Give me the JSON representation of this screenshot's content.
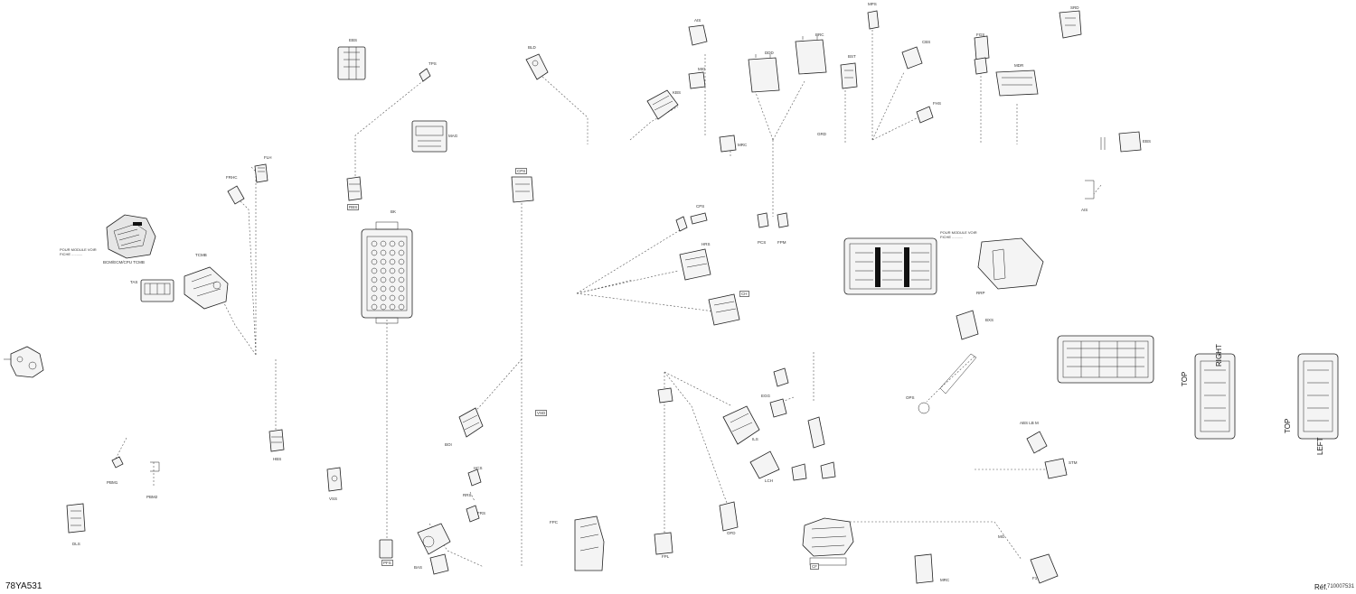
{
  "figure": {
    "ref_code": "78YA531",
    "ref_label": "Réf.",
    "ref_number": "710007531"
  },
  "orientation": {
    "top_1": "TOP",
    "right": "RIGHT",
    "top_2": "TOP",
    "left": "LEFT"
  },
  "notes": {
    "left_module": "POUR MODULE VOIR\nFICHE ...........",
    "left_module_title": "BCM/ECM/CPU TCMB",
    "right_module": "POUR MODULE VOIR\nFICHE ..........."
  },
  "labels": {
    "ecm_side": "TCMB",
    "tas": "TAS",
    "flh": "FLH",
    "frhc": "FRHC",
    "hbs": "HBS",
    "pbm1": "PBM1",
    "pbm2": "PBM2",
    "dls": "DLS",
    "vss": "VSS",
    "boi": "BOI",
    "bas": "BAS",
    "tps": "TPS",
    "ebs": "EBS",
    "mag": "MAG",
    "rbs": "RBS",
    "cps": "CPS",
    "bld": "BLD",
    "pfs": "PFS",
    "hcs": "HCS",
    "rrs": "RRS",
    "frs": "FRS",
    "vsd": "VSD",
    "fpc": "FPC",
    "ais": "AIS",
    "mig": "MIG",
    "kbs": "KBS",
    "mrc": "MRC",
    "ddd": "DDD",
    "brc": "BRC",
    "grd": "GRD",
    "pcs": "PCS",
    "fpm": "FPM",
    "cps2": "CPS",
    "hrs": "HRS",
    "ch": "CH",
    "lch": "LCH",
    "fpl": "FPL",
    "ofd": "OFD",
    "egg": "EGG",
    "ils": "ILS",
    "abs": "ABS LB M",
    "stm": "STM",
    "mrc2": "MRC",
    "mg": "MG",
    "cf": "CF",
    "f1": "F1",
    "srd": "SRD",
    "ais2": "AIS",
    "ebs2": "EBS",
    "mdr": "MDR",
    "fgs": "FGS",
    "mps": "MPS",
    "cbs": "CBS",
    "fhs": "FHS",
    "bst": "BST",
    "bxs": "BXS",
    "ops": "OPS",
    "rrp": "RRP",
    "bk": "BK"
  }
}
